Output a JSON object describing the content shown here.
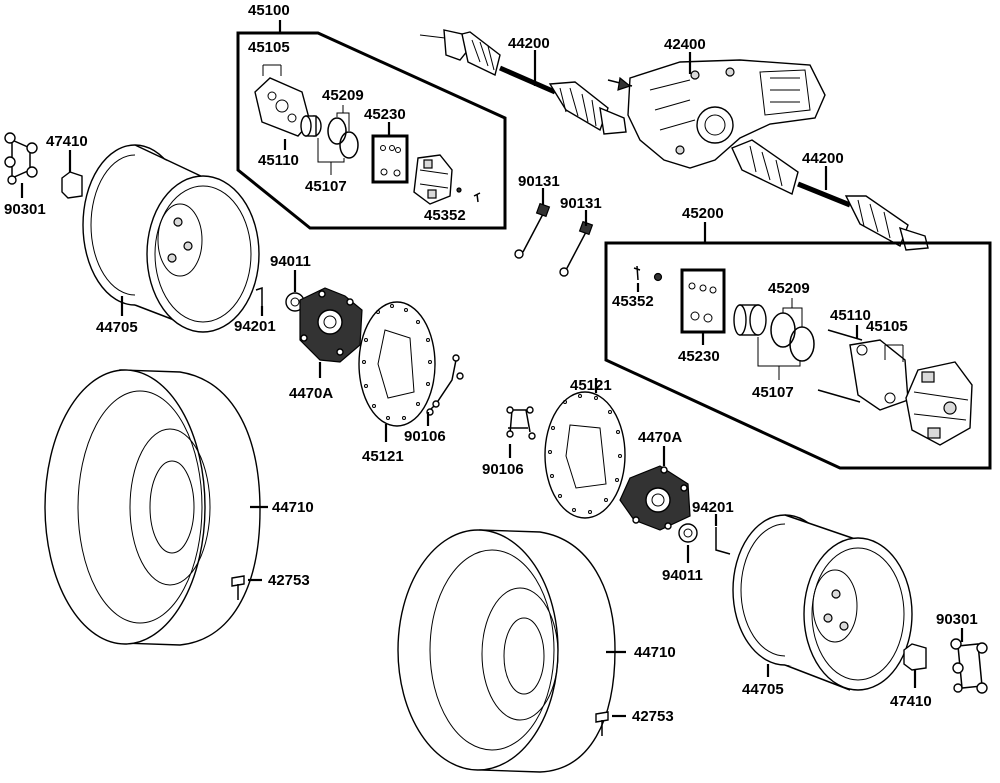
{
  "labels": {
    "asm_front_caliper": "45100",
    "front_bracket": "45105",
    "front_pin_set": "45110",
    "front_piston_seal": "45209",
    "front_seal_kit": "45230",
    "front_piston": "45107",
    "front_bleeder": "45352",
    "axle_upper": "44200",
    "diff": "42400",
    "axle_lower": "44200",
    "bolt_a": "90131",
    "bolt_b": "90131",
    "valve_left": "47410",
    "nut_left": "90301",
    "wheel_left": "44705",
    "castle_nut_left": "94011",
    "cotter_left": "94201",
    "hub_left": "4470A",
    "disc_left": "45121",
    "disc_bolts_left": "90106",
    "tire_left": "44710",
    "lug_left": "42753",
    "asm_rear_caliper": "45200",
    "rear_bleeder": "45352",
    "rear_seal_kit": "45230",
    "rear_piston_seal": "45209",
    "rear_piston": "45107",
    "rear_pin_set": "45110",
    "rear_bracket": "45105",
    "disc_right": "45121",
    "hub_right": "4470A",
    "disc_bolts_right": "90106",
    "cotter_right": "94201",
    "castle_nut_right": "94011",
    "nut_right": "90301",
    "wheel_right": "44705",
    "valve_right": "47410",
    "tire_right": "44710",
    "lug_right": "42753"
  }
}
